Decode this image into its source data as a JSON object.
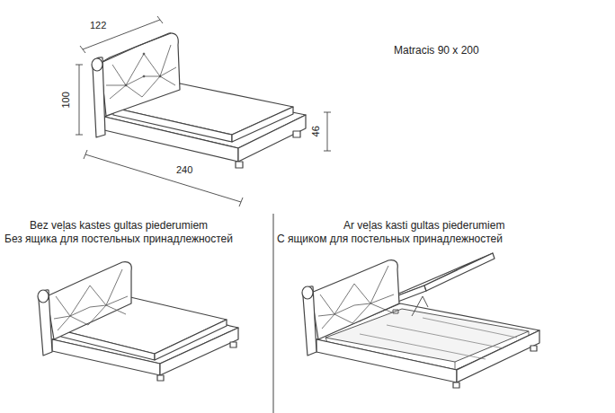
{
  "diagram": {
    "labels": [
      "122",
      "100",
      "46",
      "240",
      "Matracis 90 x 200",
      "Bez veļas kastes gultas piederumiem",
      "Без ящика для постельных принадлежностей",
      "Ar veļas kasti gultas piederumiem",
      "С ящиком для постельных принадлежностей"
    ]
  }
}
